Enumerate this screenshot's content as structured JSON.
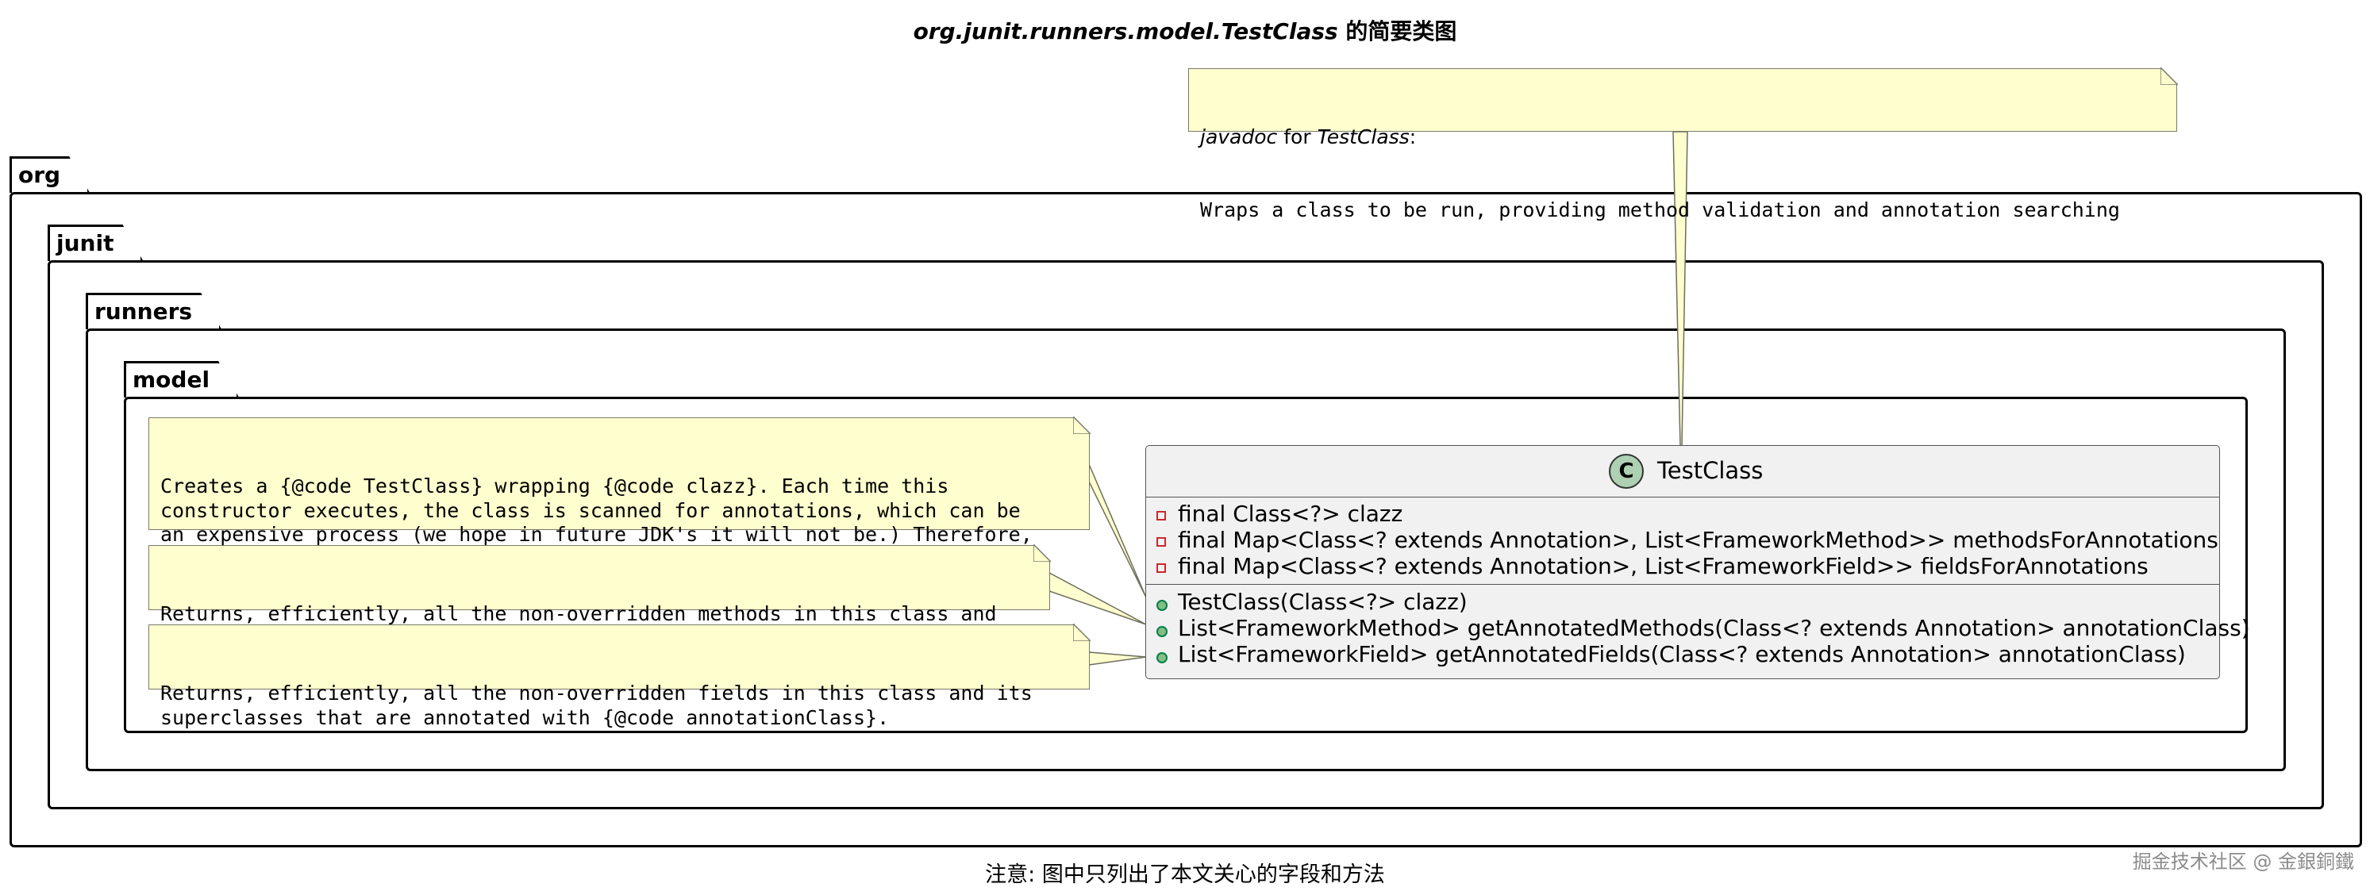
{
  "title": {
    "italic": "org.junit.runners.model.TestClass",
    "rest": " 的简要类图"
  },
  "packages": {
    "org": "org",
    "junit": "junit",
    "runners": "runners",
    "model": "model"
  },
  "javadoc_note": {
    "line1_italic_a": "javadoc",
    "line1_plain": " for ",
    "line1_italic_b": "TestClass",
    "line1_end": ":",
    "line2": "Wraps a class to be run, providing method validation and annotation searching"
  },
  "notes": {
    "constructor": "Creates a {@code TestClass} wrapping {@code clazz}. Each time this\nconstructor executes, the class is scanned for annotations, which can be\nan expensive process (we hope in future JDK's it will not be.) Therefore,\ntry to share instances of {@code TestClass} where possible.",
    "methods": "Returns, efficiently, all the non-overridden methods in this class and\nits superclasses that are annotated with {@code annotationClass}.",
    "fields": "Returns, efficiently, all the non-overridden fields in this class and its\nsuperclasses that are annotated with {@code annotationClass}."
  },
  "class": {
    "stereotype_letter": "C",
    "name": "TestClass",
    "fields": [
      "final Class<?> clazz",
      "final Map<Class<? extends Annotation>, List<FrameworkMethod>> methodsForAnnotations",
      "final Map<Class<? extends Annotation>, List<FrameworkField>> fieldsForAnnotations"
    ],
    "methods": [
      "TestClass(Class<?> clazz)",
      "List<FrameworkMethod> getAnnotatedMethods(Class<? extends Annotation> annotationClass)",
      "List<FrameworkField> getAnnotatedFields(Class<? extends Annotation> annotationClass)"
    ]
  },
  "footer": "注意: 图中只列出了本文关心的字段和方法",
  "watermark": "掘金技术社区 @ 金銀銅鐵",
  "colors": {
    "note_bg": "#fefece",
    "class_bg": "#f1f1f1",
    "class_icon": "#add1b2",
    "private_marker": "#c82930",
    "public_marker": "#84be84"
  }
}
